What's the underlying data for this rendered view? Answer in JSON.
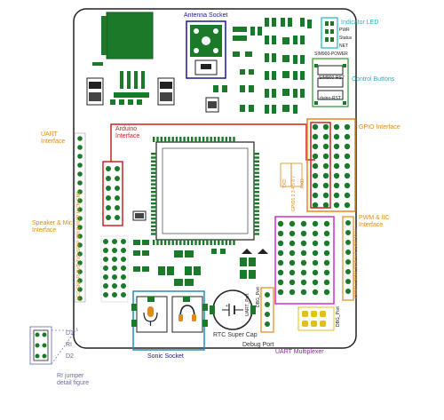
{
  "labels": {
    "antenna_socket": "Antenna Socket",
    "indicator_led": "Indicator LED",
    "pwr": "PWR",
    "status": "Status",
    "net": "NET",
    "sim900_power": "SIM900-POWER",
    "sim900_rst": "SIM900-RST",
    "arduino_rst": "duino-RST",
    "control_buttons": "Control Buttons",
    "uart_interface_1": "UART",
    "uart_interface_2": "Interface",
    "arduino_interface_1": "Arduino",
    "arduino_interface_2": "Interface",
    "gpio_interface": "GPIO Interface",
    "speaker_mic_1": "Speaker & Mic",
    "speaker_mic_2": "Interface",
    "pwm_iic_1": "PWM & IIC",
    "pwm_iic_2": "Interface",
    "rtc_super_cap": "RTC Super Cap",
    "debug_port": "Debug Port",
    "uart_multiplexer": "UART Multiplexer",
    "sonic_socket": "Sonic Socket",
    "d1": "D1",
    "ri": "RI",
    "d2": "D2",
    "ri_jumper_1": "RI jumper",
    "ri_jumper_2": "detail figure",
    "uart_port": "UART_Port",
    "dbg_port": "DBG_Port",
    "dbg_port_2": "DBG_Port",
    "txd": "TXD",
    "rxd": "RXD",
    "gpio_pins": "GPIO1 2 3 4 5 6 7",
    "left_header_pins": "VCC GND RI RXD TXD SPKP SPKN MICP MICN GND",
    "right_header_pins": "PWM1 PWM2 SDA SCL GND VCC"
  },
  "colors": {
    "board_outline": "#222222",
    "pad_green": "#1a7a2a",
    "chip_dark": "#1a1a1a",
    "antenna_box": "#1a1a8c",
    "arduino_box": "#cc2222",
    "gpio_box": "#e08a1a",
    "control_box": "#2a9a2a",
    "led_box": "#1fb5c8",
    "mux_box": "#cc33cc",
    "sonic_box": "#2a8ab5",
    "debug_box": "#e08a1a",
    "jumper_box": "#8080c0"
  }
}
